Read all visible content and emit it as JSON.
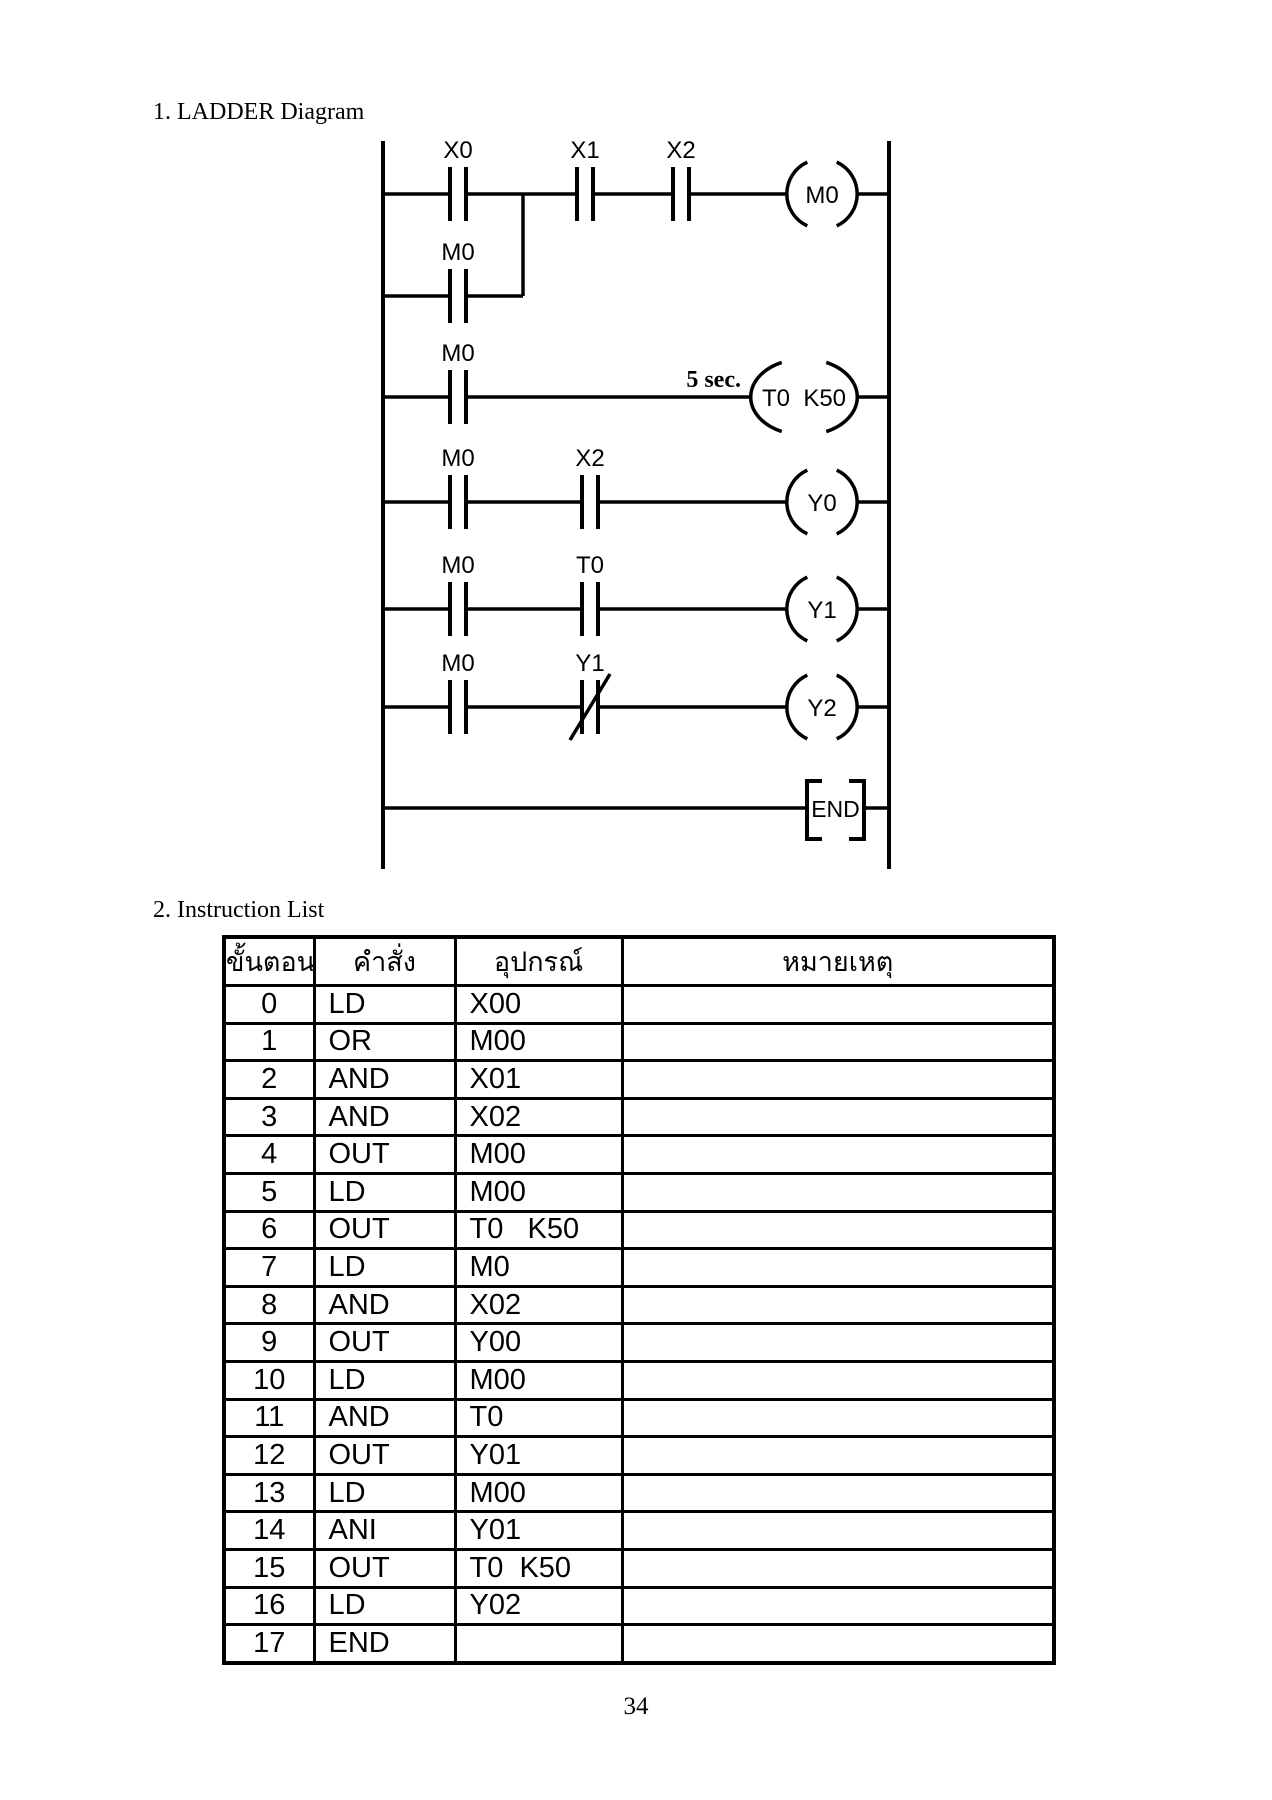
{
  "page": {
    "section1_title": "1. LADDER Diagram",
    "section2_title": "2. Instruction List",
    "page_number": "34"
  },
  "ladder": {
    "rungs": [
      {
        "contacts": [
          {
            "label": "X0"
          },
          {
            "label": "X1"
          },
          {
            "label": "X2"
          }
        ],
        "branch": {
          "label": "M0"
        },
        "coil": {
          "label": "M0"
        }
      },
      {
        "contacts": [
          {
            "label": "M0"
          }
        ],
        "coil": {
          "label": "T0  K50",
          "wide": true,
          "annotation": "5 sec."
        }
      },
      {
        "contacts": [
          {
            "label": "M0"
          },
          {
            "label": "X2"
          }
        ],
        "coil": {
          "label": "Y0"
        }
      },
      {
        "contacts": [
          {
            "label": "M0"
          },
          {
            "label": "T0"
          }
        ],
        "coil": {
          "label": "Y1"
        }
      },
      {
        "contacts": [
          {
            "label": "M0"
          },
          {
            "label": "Y1",
            "nc": true
          }
        ],
        "coil": {
          "label": "Y2"
        }
      },
      {
        "end": {
          "label": "END"
        }
      }
    ]
  },
  "table": {
    "headers": [
      "ขั้นตอน",
      "คำสั่ง",
      "อุปกรณ์",
      "หมายเหตุ"
    ],
    "rows": [
      [
        "0",
        "LD",
        "X00",
        ""
      ],
      [
        "1",
        "OR",
        "M00",
        ""
      ],
      [
        "2",
        "AND",
        "X01",
        ""
      ],
      [
        "3",
        "AND",
        "X02",
        ""
      ],
      [
        "4",
        "OUT",
        "M00",
        ""
      ],
      [
        "5",
        "LD",
        "M00",
        ""
      ],
      [
        "6",
        "OUT",
        "T0   K50",
        ""
      ],
      [
        "7",
        "LD",
        "M0",
        ""
      ],
      [
        "8",
        "AND",
        "X02",
        ""
      ],
      [
        "9",
        "OUT",
        "Y00",
        ""
      ],
      [
        "10",
        "LD",
        "M00",
        ""
      ],
      [
        "11",
        "AND",
        "T0",
        ""
      ],
      [
        "12",
        "OUT",
        "Y01",
        ""
      ],
      [
        "13",
        "LD",
        "M00",
        ""
      ],
      [
        "14",
        "ANI",
        "Y01",
        ""
      ],
      [
        "15",
        "OUT",
        "T0  K50",
        ""
      ],
      [
        "16",
        "LD",
        "Y02",
        ""
      ],
      [
        "17",
        "END",
        "",
        ""
      ]
    ]
  }
}
